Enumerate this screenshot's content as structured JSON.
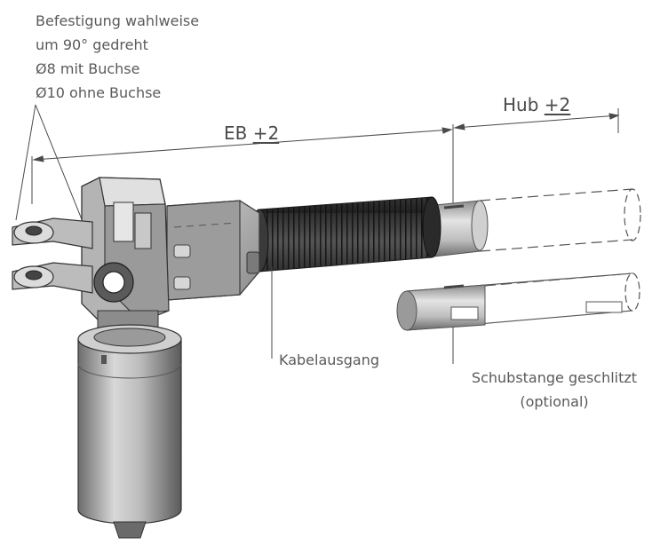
{
  "labels": {
    "mounting": [
      "Befestigung wahlweise",
      "um 90° gedreht",
      "Ø8 mit Buchse",
      "Ø10 ohne Buchse"
    ],
    "cable_exit": "Kabelausgang",
    "push_rod": [
      "Schubstange geschlitzt",
      "(optional)"
    ]
  },
  "dimensions": {
    "eb": {
      "name": "EB",
      "tol": "+2"
    },
    "hub": {
      "name": "Hub",
      "tol": "+2"
    }
  },
  "colors": {
    "text": "#5a5a5a",
    "line": "#4a4a4a",
    "body_dark": "#3a3a3a",
    "metal": "#bdbdbd",
    "metal_light": "#e2e2e2"
  }
}
